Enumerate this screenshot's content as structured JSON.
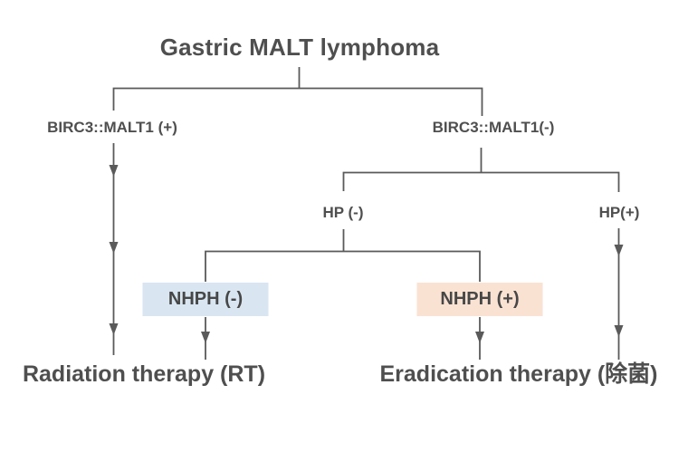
{
  "diagram": {
    "title": "Gastric MALT lymphoma",
    "nodes": {
      "birc3_pos": {
        "label": "BIRC3::MALT1 (+)"
      },
      "birc3_neg": {
        "label": "BIRC3::MALT1(-)"
      },
      "hp_neg": {
        "label": "HP (-)"
      },
      "hp_pos": {
        "label": "HP(+)"
      },
      "nhph_neg": {
        "label": "NHPH (-)",
        "bg": "#d9e6f2"
      },
      "nhph_pos": {
        "label": "NHPH (+)",
        "bg": "#fae2d3"
      },
      "radiation": {
        "label": "Radiation therapy (RT)"
      },
      "eradication": {
        "label": "Eradication therapy (除菌)"
      }
    },
    "colors": {
      "text": "#4f4f4f",
      "line": "#5a5a5a",
      "background": "#ffffff",
      "nhph_neg_bg": "#d9e6f2",
      "nhph_pos_bg": "#fae2d3"
    }
  }
}
